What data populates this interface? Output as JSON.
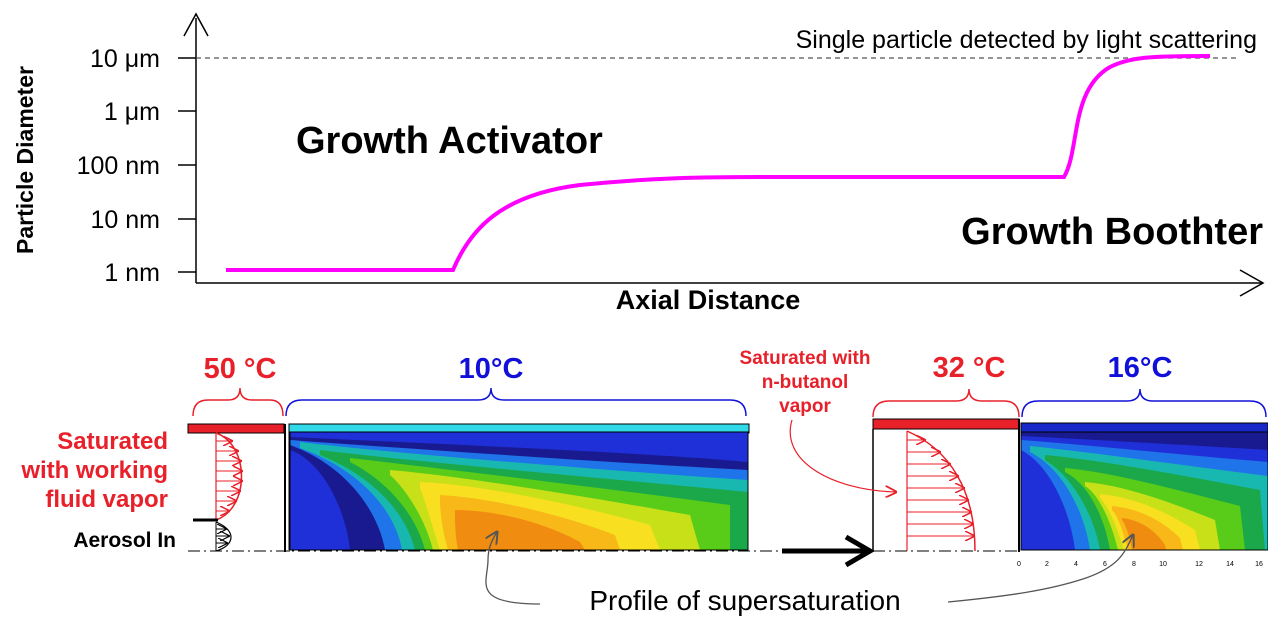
{
  "chart_data": {
    "type": "line",
    "ylabel": "Particle Diameter",
    "xlabel": "Axial Distance",
    "yticks": [
      "1 nm",
      "10 nm",
      "100 nm",
      "1 μm",
      "10 μm"
    ],
    "y_scale": "log",
    "series_color": "#ff00ff",
    "reference_line": {
      "label": "Single particle detected by light scattering",
      "value": "10 μm"
    },
    "annotations": [
      "Growth Activator",
      "Growth Boothter"
    ]
  },
  "diagram": {
    "activator": {
      "hot_section_temp": "50 °C",
      "cold_section_temp": "10°C",
      "inlet_label": [
        "Saturated",
        "with working",
        "fluid vapor"
      ],
      "aerosol_label": "Aerosol In"
    },
    "boothter": {
      "hot_section_temp": "32 °C",
      "cold_section_temp": "16°C",
      "inlet_label": [
        "Saturated with",
        "n-butanol",
        "vapor"
      ],
      "axis_ticks": [
        "0",
        "2",
        "4",
        "6",
        "8",
        "10",
        "12",
        "14",
        "16"
      ]
    },
    "profile_caption": "Profile of supersaturation",
    "colors": {
      "hot": "#e8202a",
      "cold_label": "#1010d8",
      "cold_bar": "#30d8e8",
      "cold_bar_boothter": "#1828c8",
      "contour": [
        "#1a1a90",
        "#2030d8",
        "#1e74e8",
        "#18b8b0",
        "#1aa84a",
        "#58cc18",
        "#c8e018",
        "#f8e020",
        "#f8b818",
        "#f08c10"
      ]
    }
  }
}
